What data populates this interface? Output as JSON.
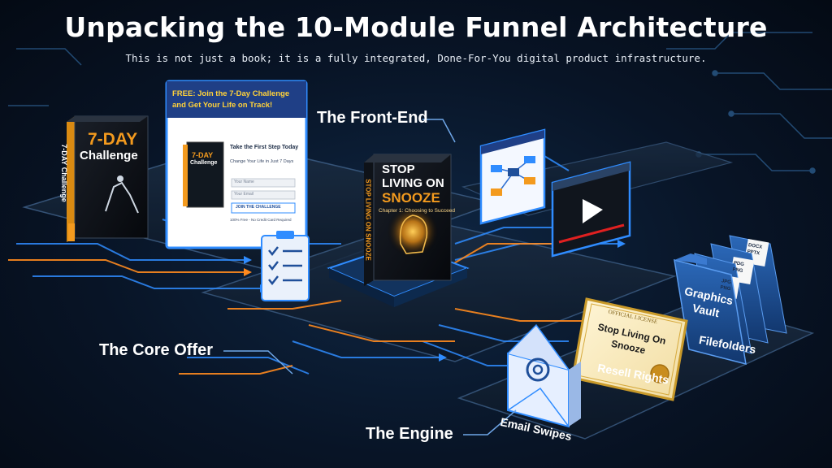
{
  "header": {
    "title": "Unpacking the 10-Module Funnel Architecture",
    "subtitle": "This is not just a book; it is a fully integrated, Done-For-You digital product infrastructure."
  },
  "sections": {
    "front_end": "The Front-End",
    "core_offer": "The Core Offer",
    "engine": "The Engine"
  },
  "challenge_book": {
    "title_line1": "7-DAY",
    "title_line2": "Challenge",
    "spine": "7-DAY Challenge"
  },
  "landing_page": {
    "banner_line1": "FREE: Join the 7-Day Challenge",
    "banner_line2": "and Get Your Life on Track!",
    "heading": "Take the First Step Today",
    "subheading": "Change Your Life in Just 7 Days",
    "field1": "Your Name",
    "field2": "Your Email",
    "cta": "JOIN THE CHALLENGE",
    "note": "100% Free - No Credit Card Required",
    "mini_book_line1": "7-DAY",
    "mini_book_line2": "Challenge"
  },
  "core_book": {
    "title_line1": "STOP",
    "title_line2": "LIVING ON",
    "title_line3": "SNOOZE",
    "chapter": "Chapter 1: Choosing to Succeed",
    "spine": "STOP LIVING ON SNOOZE"
  },
  "certificate": {
    "header": "OFFICIAL LICENSE",
    "line1": "Stop Living On",
    "line2": "Snooze"
  },
  "folders": {
    "tab1": "DOCX PPTX",
    "tab2": "PDG PNG",
    "tab3": "JPG PNG",
    "label_line1": "Graphics",
    "label_line2": "Vault"
  },
  "captions": {
    "resell_rights": "Resell Rights",
    "filefolders": "Filefolders",
    "email_swipes": "Email Swipes"
  },
  "colors": {
    "accent_blue": "#2f8cff",
    "accent_orange": "#ff8a1e",
    "book_orange": "#f39a1e",
    "banner_yellow": "#ffd23a"
  }
}
